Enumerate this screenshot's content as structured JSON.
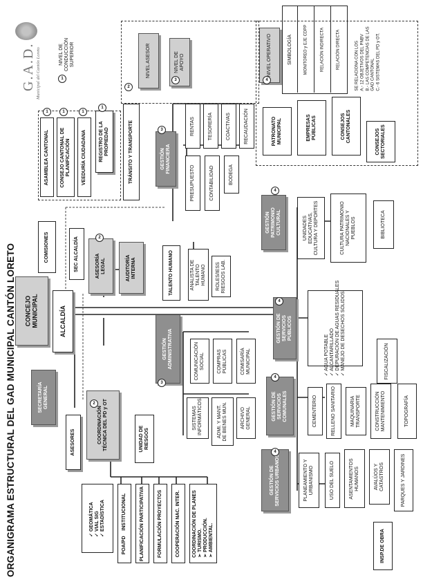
{
  "title": "ORGANIGRAMA ESTRUCTURAL DEL GAD MUNICIPAL CANTÓN LORETO",
  "logo": {
    "acronym": "G.A.D.",
    "subtitle": "Municipal del Cantón Loreto"
  },
  "levels": {
    "superior": "NIVEL DE CONDUCCIÓN SUPERIOR",
    "asesor": "NIVEL ASESOR",
    "apoyo": "NIVEL DE APOYO",
    "operativo": "NIVEL OPERATIVO"
  },
  "numbers": {
    "n1": "1",
    "n2": "2",
    "n3": "3",
    "n4": "4"
  },
  "legend": {
    "title": "SIMBOLOGÍA",
    "item1": "MONITOREO y EJE CDPP",
    "item2": "RELACIÓN INDIRECTA",
    "item3": "RELACIÓN DIRECTA"
  },
  "notes": {
    "line1": "SE RELACIONA CON LOS",
    "line2": "A.- 12 OBJETIVOS DEL PNBV",
    "line3": "B.- LAS COMPETENCIAS DE LAS",
    "line4": "GAD CANTONAL",
    "line5": "C.- 6 SISTEMAS DEL PD y OT."
  },
  "superior_units": {
    "asamblea": "ASAMBLEA CANTONAL",
    "consejo_plan": "CONSEJO CANTONAL DE PLANIFICACIÓN",
    "veeduria": "VEEDURÍA CIUDADANA",
    "registro": "REGISTRO DE LA PROPIEDAD",
    "transito": "TRÁNSITO Y TRANSPORTE"
  },
  "core": {
    "concejo": "CONCEJO MUNICIPAL",
    "alcaldia": "ALCALDÍA",
    "comisiones": "COMISIONES",
    "sec_alcaldia": "SEC ALCALDÍA",
    "secretaria": "SECRETARÍA GENERAL",
    "asesores": "ASESORES"
  },
  "asesor_units": {
    "asesoria_legal": "ASESORÍA LEGAL",
    "auditoria": "AUDITORÍA INTERNA",
    "coordinacion": "COORDINACIÓN TÉCNICA DEL PD y OT",
    "riesgos": "UNIDAD DE RIESGOS"
  },
  "coord_children": {
    "georef": "✓ GEOMÁTICA\n✓ VIAL SIG\n✓ ESTADÍSTICA",
    "poa": "POA/PD    INSTITUCIONAL",
    "planif": "PLANIFICACIÓN PARTICIPATIVA",
    "formul": "FORMULACIÓN PROYECTOS",
    "coop": "COOPERACIÓN NAC. INTER.",
    "coord_p": "COORDINACIÓN DE PLANES\n➢ TURISMO.\n➢ PRODUCCIÓN.\n➢ AMBIENTAL."
  },
  "financiera": {
    "title": "GESTIÓN FINANCIERA",
    "rentas": "RENTAS",
    "tesoreria": "TESORERÍA",
    "coactivas": "COACTIVAS",
    "recaudacion": "RECAUDACIÓN",
    "presupuesto": "PRESUPUESTO",
    "contabilidad": "CONTABILIDAD",
    "bodega": "BODEGA"
  },
  "talento": {
    "title": "TALENTO HUMANO",
    "analista": "ANALISTA DE TALENTO HUMANO",
    "roles": "ROLES/IESS RIESGOS LAB."
  },
  "administrativa": {
    "title": "GESTIÓN ADMINISTRATIVA",
    "comunicacion": "COMUNICACIÓN SOCIAL",
    "compras": "COMPRAS PÚBLICAS",
    "comisaria": "COMISARÍA MUNICIPAL",
    "sistemas": "SISTEMAS INFORMÁTICOS",
    "admin_bienes": "ADMI. Y MANT. DE BIENES MUN.",
    "archivo": "ARCHIVO GENERAL"
  },
  "operativo_units": {
    "patronato": "PATRONATO MUNICIPAL",
    "empresas": "EMPRESAS PÚBLICAS",
    "consejos_cant": "CONSEJOS CANTONALES",
    "consejos_sec": "CONSEJOS SECTORIALES"
  },
  "patrimonio": {
    "title": "GESTIÓN PATRIMONIO CULTURAL",
    "unidades": "UNIDADES EDUCATIVAS, CULTURA Y DEPORTES",
    "cultura": "CULTURA PATRIMONIO NACIONALES Y PUEBLOS",
    "biblioteca": "BIBLIOTECA"
  },
  "publicos": {
    "title": "GESTIÓN DE SERVICIOS PÚBLICOS",
    "lista": "✓ AGUA POTABLE\n✓ ALCANTARILLADO\n✓ DEPURACIÓN DE AGUAS RESIDUALES\n✓ MANEJO DE DESECHOS SÓLIDOS",
    "fiscalizacion": "FISCALIZACIÓN"
  },
  "comunales": {
    "title": "GESTIÓN DE SERVICIOS COMUNALES",
    "cementerio": "CEMENTERIO",
    "relleno": "RELLENO SANITARIO",
    "maquinaria": "MAQUINARIA TRANSPORTE",
    "construccion": "CONSTRUCCIÓN MANTENIMIENTO",
    "topografia": "TOPOGRAFÍA"
  },
  "urbanos": {
    "title": "GESTIÓN DE SERVICIOS URBANOS",
    "planeamiento": "PLANEAMIENTO Y URBANISMO",
    "uso_suelo": "USO DEL SUELO",
    "asentamientos": "ASENTAMIENTOS HUMANOS",
    "avaluos": "AVALÚOS Y CATASTROS",
    "parques": "PARQUES Y JARDINES",
    "insp_obra": "INSP.DE OBRA"
  }
}
